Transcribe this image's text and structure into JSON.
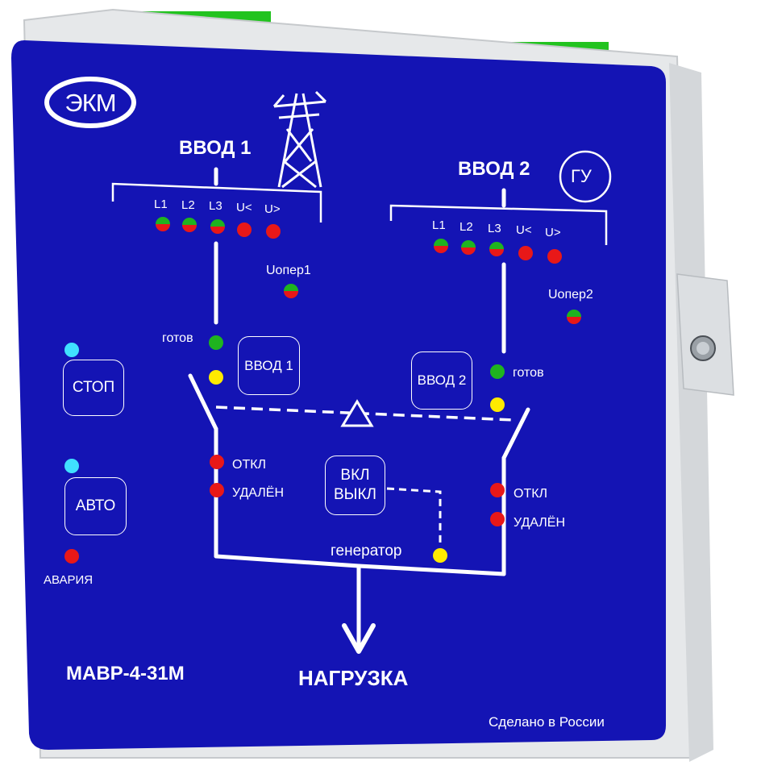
{
  "brand": {
    "logo_text": "ЭКМ"
  },
  "inputs": {
    "in1": {
      "title": "ВВОД 1",
      "phases": [
        "L1",
        "L2",
        "L3",
        "U<",
        "U>"
      ],
      "uoper": "Uопер1"
    },
    "in2": {
      "title": "ВВОД 2",
      "phases": [
        "L1",
        "L2",
        "L3",
        "U<",
        "U>"
      ],
      "uoper": "Uопер2",
      "gu_label": "ГУ"
    }
  },
  "status": {
    "ready_left": "готов",
    "ready_right": "готов",
    "off_left": "ОТКЛ",
    "remote_left": "УДАЛЁН",
    "off_right": "ОТКЛ",
    "remote_right": "УДАЛЁН",
    "generator": "генератор",
    "alarm": "АВАРИЯ"
  },
  "buttons": {
    "stop": "СТОП",
    "auto": "АВТО",
    "in1": "ВВОД 1",
    "in2": "ВВОД 2",
    "on": "ВКЛ",
    "off": "ВЫКЛ"
  },
  "footer": {
    "model": "МАВР-4-31М",
    "load": "НАГРУЗКА",
    "made_in": "Сделано в России"
  },
  "colors": {
    "panel": "#1414b4",
    "housing": "#eceef0",
    "led_red": "#e81818",
    "led_green": "#1fb41f",
    "led_yellow": "#ffea00",
    "led_cyan": "#40e0ff",
    "terminal_green": "#22c31f"
  }
}
